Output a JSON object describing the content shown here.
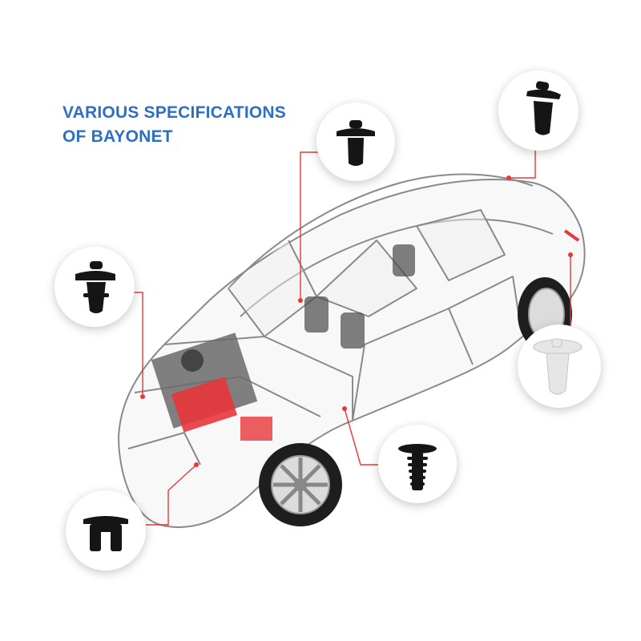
{
  "title": {
    "line1": "VARIOUS SPECIFICATIONS",
    "line2": "OF BAYONET"
  },
  "colors": {
    "title": "#2e6fc2",
    "leader_line": "#e53935",
    "clip_black": "#151515",
    "clip_white": "#e6e6e6",
    "car_outline": "#8a8a8a",
    "engine_red": "#e8363a"
  },
  "callouts": [
    {
      "name": "callout-top-center",
      "icon": "push-rivet-clip-icon",
      "color": "black"
    },
    {
      "name": "callout-top-right",
      "icon": "push-rivet-clip-icon",
      "color": "black"
    },
    {
      "name": "callout-left",
      "icon": "push-rivet-clip-icon",
      "color": "black"
    },
    {
      "name": "callout-right",
      "icon": "christmas-tree-clip-icon",
      "color": "white"
    },
    {
      "name": "callout-bottom-center",
      "icon": "fir-tree-screw-clip-icon",
      "color": "black"
    },
    {
      "name": "callout-bottom-left",
      "icon": "push-rivet-clip-icon",
      "color": "black"
    }
  ]
}
